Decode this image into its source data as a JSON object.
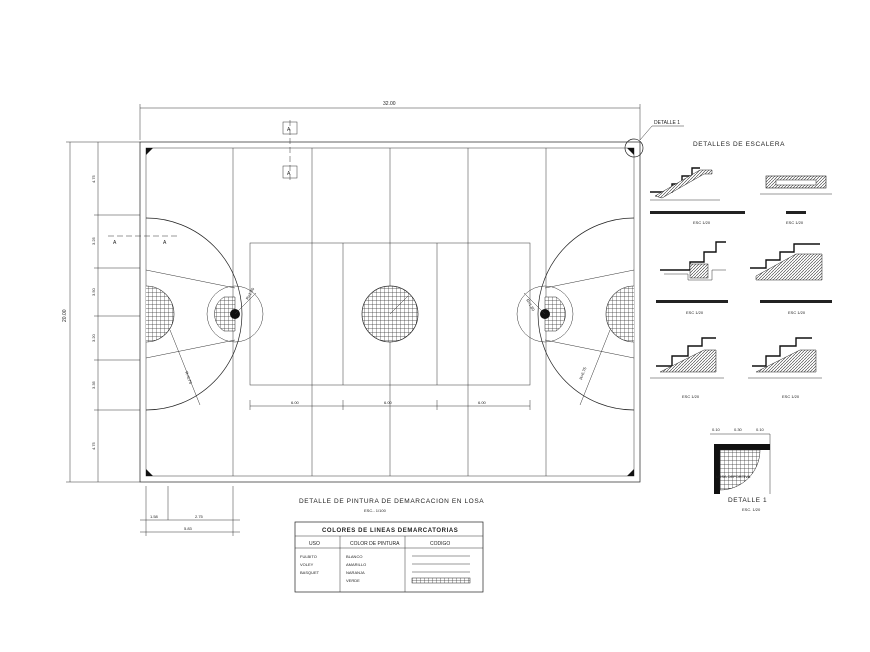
{
  "court": {
    "length_dim": "32.00",
    "width_dim": "20.00",
    "section_mark": "A",
    "left_side_dims": [
      "4.75",
      "3.25",
      "3.50",
      "3.20",
      "3.35",
      "4.75"
    ],
    "center_dims": [
      "6.00",
      "6.00",
      "6.00"
    ],
    "bottom_dims": [
      "1.58",
      "2.75",
      "5.83"
    ],
    "arc_dims": [
      "R=6.75",
      "R=1.80",
      "R=1.80",
      "R=6.75"
    ],
    "detail_callout": "DETALLE 1"
  },
  "title": {
    "main": "DETALLE DE PINTURA DE DEMARCACION EN LOSA",
    "scale": "ESC.- 1/100"
  },
  "color_table": {
    "title": "COLORES DE LINEAS DEMARCATORIAS",
    "headers": [
      "USO",
      "COLOR DE PINTURA",
      "CODIGO"
    ],
    "uses": [
      "FULBITO",
      "VOLEY",
      "BASQUET"
    ],
    "colors": [
      "BLANCO",
      "AMARILLO",
      "NARANJA",
      "VERDE"
    ]
  },
  "stairs": {
    "title": "DETALLES DE ESCALERA",
    "scale_label": "ESC 1/20"
  },
  "detail1": {
    "title": "DETALLE 1",
    "scale": "ESC. 1/20",
    "note": "LOSA DEPORTIVA",
    "dims": [
      "0.10",
      "0.30",
      "0.10"
    ]
  }
}
